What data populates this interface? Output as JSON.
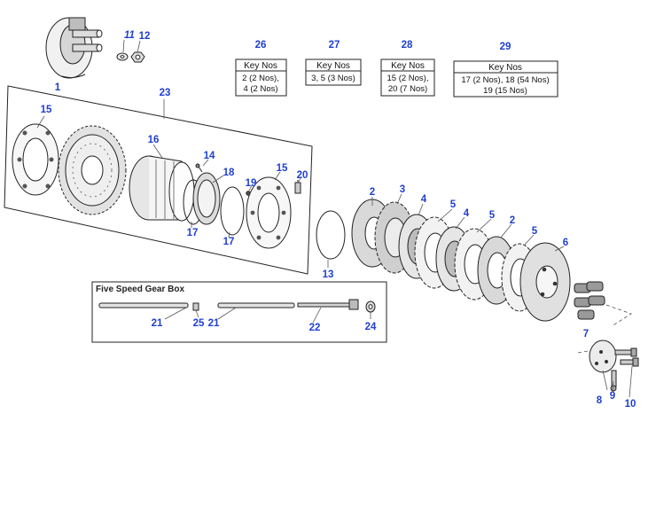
{
  "callouts": [
    {
      "id": "c1",
      "text": "1"
    },
    {
      "id": "c2a",
      "text": "2"
    },
    {
      "id": "c2b",
      "text": "2"
    },
    {
      "id": "c3",
      "text": "3"
    },
    {
      "id": "c4a",
      "text": "4"
    },
    {
      "id": "c4b",
      "text": "4"
    },
    {
      "id": "c5a",
      "text": "5"
    },
    {
      "id": "c5b",
      "text": "5"
    },
    {
      "id": "c5c",
      "text": "5"
    },
    {
      "id": "c6",
      "text": "6"
    },
    {
      "id": "c7",
      "text": "7"
    },
    {
      "id": "c8",
      "text": "8"
    },
    {
      "id": "c9",
      "text": "9"
    },
    {
      "id": "c10",
      "text": "10"
    },
    {
      "id": "c11",
      "text": "11"
    },
    {
      "id": "c12",
      "text": "12"
    },
    {
      "id": "c13",
      "text": "13"
    },
    {
      "id": "c14",
      "text": "14"
    },
    {
      "id": "c15a",
      "text": "15"
    },
    {
      "id": "c15b",
      "text": "15"
    },
    {
      "id": "c16",
      "text": "16"
    },
    {
      "id": "c17a",
      "text": "17"
    },
    {
      "id": "c17b",
      "text": "17"
    },
    {
      "id": "c18",
      "text": "18"
    },
    {
      "id": "c19",
      "text": "19"
    },
    {
      "id": "c20",
      "text": "20"
    },
    {
      "id": "c21a",
      "text": "21"
    },
    {
      "id": "c21b",
      "text": "21"
    },
    {
      "id": "c22",
      "text": "22"
    },
    {
      "id": "c23",
      "text": "23"
    },
    {
      "id": "c24",
      "text": "24"
    },
    {
      "id": "c25",
      "text": "25"
    }
  ],
  "kits": [
    {
      "number": "26",
      "header": "Key Nos",
      "lines": [
        "2 (2 Nos),",
        "4 (2 Nos)"
      ]
    },
    {
      "number": "27",
      "header": "Key Nos",
      "lines": [
        "3, 5 (3 Nos)"
      ]
    },
    {
      "number": "28",
      "header": "Key Nos",
      "lines": [
        "15 (2 Nos),",
        "20 (7 Nos)"
      ]
    },
    {
      "number": "29",
      "header": "Key Nos",
      "lines": [
        "17 (2 Nos), 18 (54 Nos)",
        "19 (15 Nos)"
      ]
    }
  ],
  "gearbox": {
    "title": "Five Speed Gear Box"
  },
  "colors": {
    "callout": "#1f3fd0",
    "line": "#222222",
    "paper": "#ffffff"
  }
}
